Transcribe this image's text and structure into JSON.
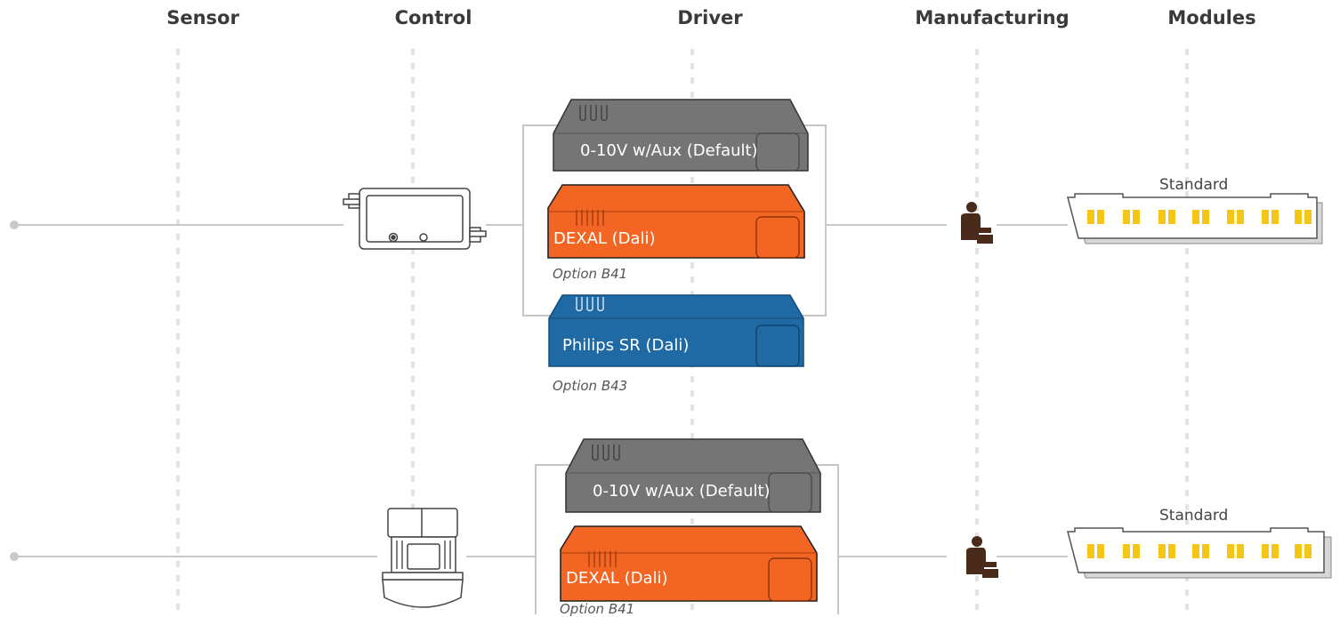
{
  "columns": {
    "sensor": "Sensor",
    "control": "Control",
    "driver": "Driver",
    "manufacturing": "Manufacturing",
    "modules": "Modules"
  },
  "rows": [
    {
      "drivers": [
        {
          "label": "0-10V w/Aux (Default)",
          "color": "#757575"
        },
        {
          "label": "DEXAL (Dali)",
          "color": "#f26522",
          "option": "Option B41"
        },
        {
          "label": "Philips SR (Dali)",
          "color": "#1f6aa5",
          "option": "Option B43"
        }
      ],
      "control_icon": "control-box-icon",
      "manufacturing_icon": "worker-icon",
      "module": {
        "label": "Standard",
        "led_color": "#f5c518"
      }
    },
    {
      "drivers": [
        {
          "label": "0-10V w/Aux (Default)",
          "color": "#757575"
        },
        {
          "label": "DEXAL (Dali)",
          "color": "#f26522",
          "option": "Option B41"
        }
      ],
      "control_icon": "occupancy-sensor-icon",
      "manufacturing_icon": "worker-icon",
      "module": {
        "label": "Standard",
        "led_color": "#f5c518"
      }
    }
  ]
}
